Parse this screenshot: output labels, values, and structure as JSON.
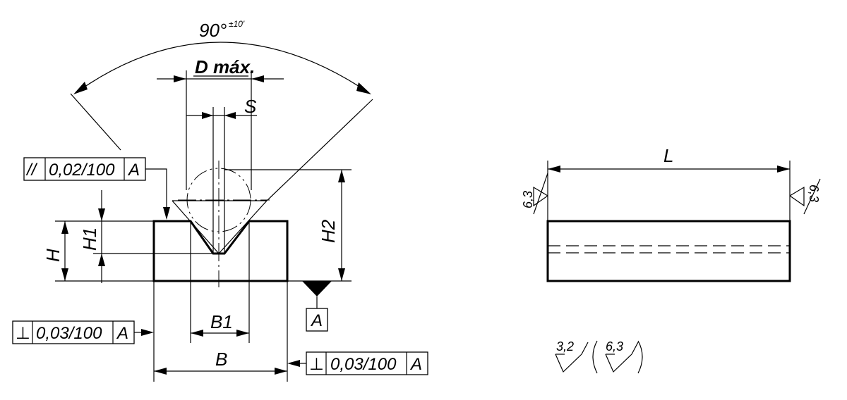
{
  "angle": {
    "value": "90°",
    "tolerance": "±10'"
  },
  "dims": {
    "d_max": "D máx.",
    "s": "S",
    "h": "H",
    "h1": "H1",
    "h2": "H2",
    "b": "B",
    "b1": "B1",
    "l": "L"
  },
  "datum": {
    "label": "A"
  },
  "frames": {
    "parallelism": {
      "symbol": "//",
      "tolerance": "0,02/100",
      "datum": "A"
    },
    "perp_left": {
      "symbol": "⊥",
      "tolerance": "0,03/100",
      "datum": "A"
    },
    "perp_right": {
      "symbol": "⊥",
      "tolerance": "0,03/100",
      "datum": "A"
    }
  },
  "surface": {
    "left": "6,3",
    "right": "6,3",
    "general": "3,2",
    "bracket": "6,3"
  }
}
